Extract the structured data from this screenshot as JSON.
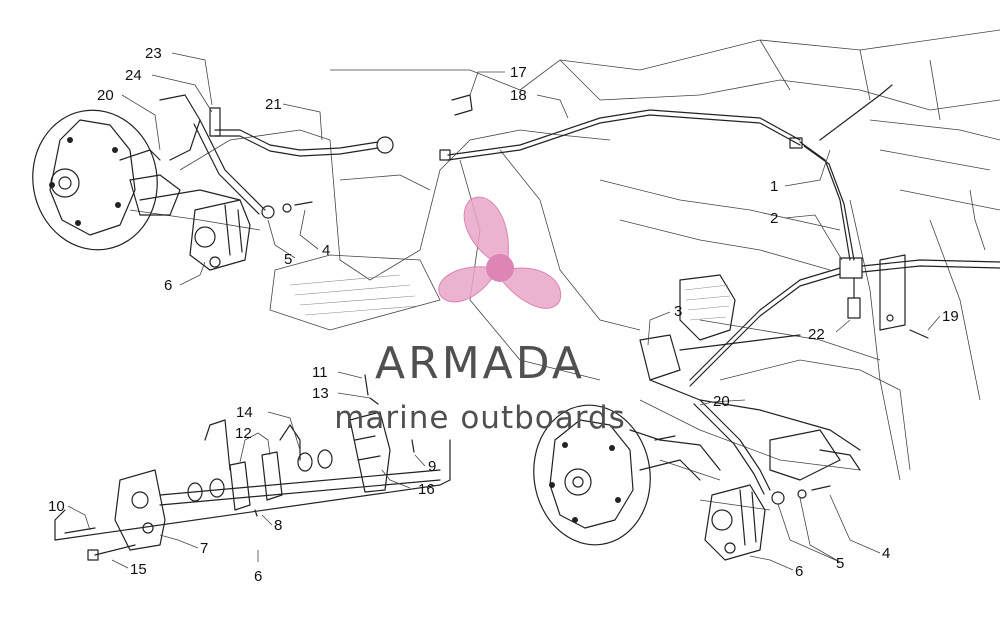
{
  "watermark": {
    "brand": "ARMADA",
    "tagline": "marine outboards",
    "logo_icon": "propeller-icon",
    "colors": {
      "logo": "#e8a6c8",
      "logo_hub": "#d870a8",
      "text": "#505050"
    }
  },
  "callouts": {
    "n1": "1",
    "n2": "2",
    "n3": "3",
    "n4a": "4",
    "n4b": "4",
    "n5a": "5",
    "n5b": "5",
    "n6a": "6",
    "n6b": "6",
    "n6c": "6",
    "n7": "7",
    "n8": "8",
    "n9": "9",
    "n10": "10",
    "n11": "11",
    "n12": "12",
    "n13": "13",
    "n14": "14",
    "n15": "15",
    "n16": "16",
    "n17": "17",
    "n18": "18",
    "n19": "19",
    "n20a": "20",
    "n20b": "20",
    "n21": "21",
    "n22": "22",
    "n23": "23",
    "n24": "24"
  }
}
